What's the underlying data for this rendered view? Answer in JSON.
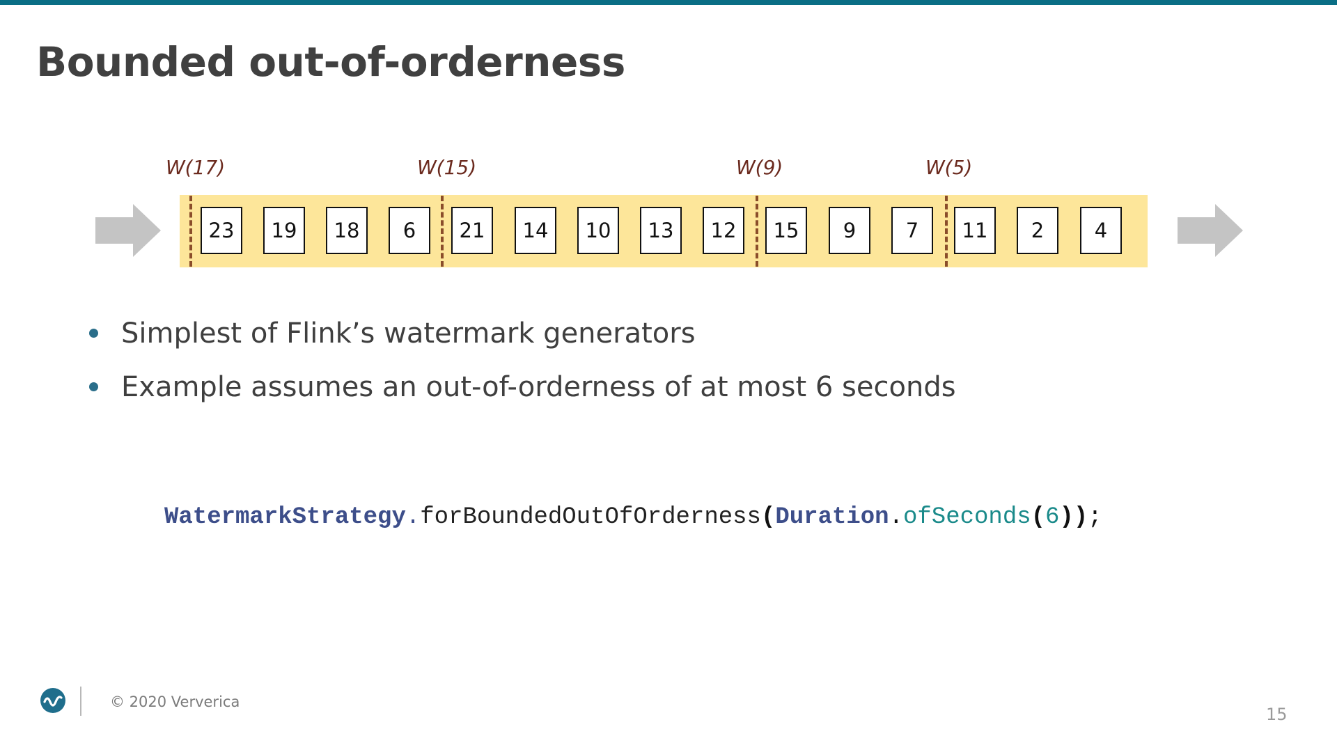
{
  "slide": {
    "title": "Bounded out-of-orderness",
    "page_number": "15"
  },
  "diagram": {
    "watermarks": [
      {
        "label": "W(17)"
      },
      {
        "label": "W(15)"
      },
      {
        "label": "W(9)"
      },
      {
        "label": "W(5)"
      }
    ],
    "events": [
      "23",
      "19",
      "18",
      "6",
      "21",
      "14",
      "10",
      "13",
      "12",
      "15",
      "9",
      "7",
      "11",
      "2",
      "4"
    ],
    "colors": {
      "band": "#fde69a",
      "watermark": "#6b2a1e",
      "arrow": "#c4c4c4"
    }
  },
  "bullets": [
    {
      "text": "Simplest of Flink’s watermark generators"
    },
    {
      "text": "Example assumes an out-of-orderness of at most 6 seconds"
    }
  ],
  "code": {
    "class_name": "WatermarkStrategy",
    "dot1": ".",
    "method": "forBoundedOutOfOrderness",
    "open_paren1": "(",
    "arg_class": "Duration",
    "dot2": ".",
    "arg_method": "ofSeconds",
    "open_paren2": "(",
    "arg_value": "6",
    "close_parens": "))",
    "semicolon": ";"
  },
  "footer": {
    "copyright": "© 2020 Ververica",
    "logo_icon": "ververica-logo-icon",
    "brand_color": "#1f6e8c"
  }
}
